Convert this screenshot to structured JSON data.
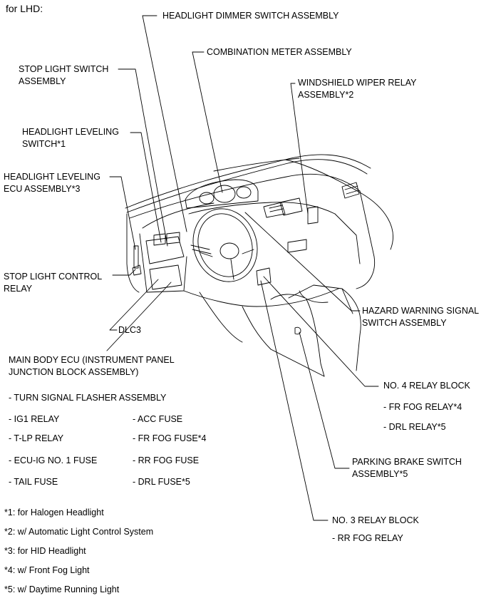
{
  "header": "for LHD:",
  "labels": {
    "headlight_dimmer": [
      "HEADLIGHT DIMMER SWITCH ASSEMBLY"
    ],
    "combination_meter": [
      "COMBINATION METER ASSEMBLY"
    ],
    "stop_light_switch": [
      "STOP LIGHT SWITCH",
      "ASSEMBLY"
    ],
    "windshield_wiper_relay": [
      "WINDSHIELD WIPER RELAY",
      "ASSEMBLY*2"
    ],
    "headlight_leveling_switch": [
      "HEADLIGHT LEVELING",
      "SWITCH*1"
    ],
    "headlight_leveling_ecu": [
      "HEADLIGHT LEVELING",
      "ECU ASSEMBLY*3"
    ],
    "stop_light_control_relay": [
      "STOP LIGHT CONTROL",
      "RELAY"
    ],
    "hazard_warning_switch": [
      "HAZARD WARNING SIGNAL",
      "SWITCH ASSEMBLY"
    ],
    "dlc3": [
      "DLC3"
    ],
    "main_body_ecu": [
      "MAIN BODY ECU (INSTRUMENT PANEL",
      "JUNCTION BLOCK ASSEMBLY)"
    ],
    "no4_relay_block": [
      "NO. 4 RELAY BLOCK"
    ],
    "parking_brake_switch": [
      "PARKING BRAKE SWITCH",
      "ASSEMBLY*5"
    ],
    "no3_relay_block": [
      "NO. 3 RELAY BLOCK"
    ]
  },
  "main_body_ecu_items": {
    "turn_signal": "- TURN SIGNAL FLASHER ASSEMBLY",
    "left": [
      "- IG1 RELAY",
      "- T-LP RELAY",
      "- ECU-IG NO. 1 FUSE",
      "- TAIL FUSE"
    ],
    "right": [
      "- ACC FUSE",
      "- FR FOG FUSE*4",
      "- RR FOG FUSE",
      "- DRL FUSE*5"
    ]
  },
  "no4_items": [
    "- FR FOG RELAY*4",
    "- DRL RELAY*5"
  ],
  "no3_items": [
    "- RR FOG RELAY"
  ],
  "footnotes": [
    "*1: for Halogen Headlight",
    "*2: w/ Automatic Light Control System",
    "*3: for HID Headlight",
    "*4: w/ Front Fog Light",
    "*5: w/ Daytime Running Light"
  ]
}
